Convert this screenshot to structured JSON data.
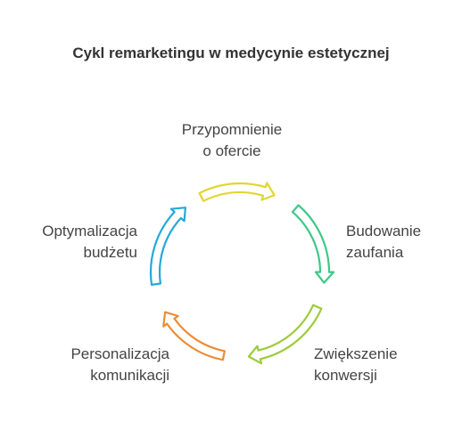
{
  "title": "Cykl remarketingu w medycynie estetycznej",
  "stages": [
    {
      "line1": "Przypomnienie",
      "line2": "o ofercie",
      "color": "#e2d634"
    },
    {
      "line1": "Budowanie",
      "line2": "zaufania",
      "color": "#3ec987"
    },
    {
      "line1": "Zwiększenie",
      "line2": "konwersji",
      "color": "#9ccc3a"
    },
    {
      "line1": "Personalizacja",
      "line2": "komunikacji",
      "color": "#ec8c35"
    },
    {
      "line1": "Optymalizacja",
      "line2": "budżetu",
      "color": "#27a8d8"
    }
  ]
}
